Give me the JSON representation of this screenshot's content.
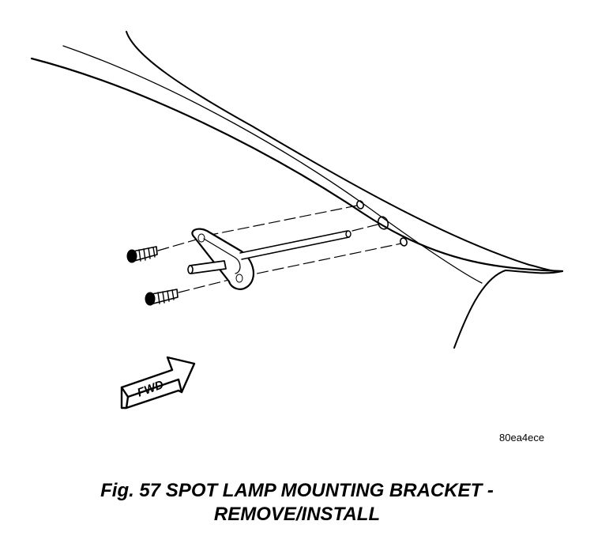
{
  "figure": {
    "arrow_label": "FWD",
    "ref_code": "80ea4ece",
    "caption_line1": "Fig. 57 SPOT LAMP MOUNTING BRACKET -",
    "caption_line2": "REMOVE/INSTALL"
  },
  "colors": {
    "ink": "#000000",
    "paper": "#ffffff"
  }
}
